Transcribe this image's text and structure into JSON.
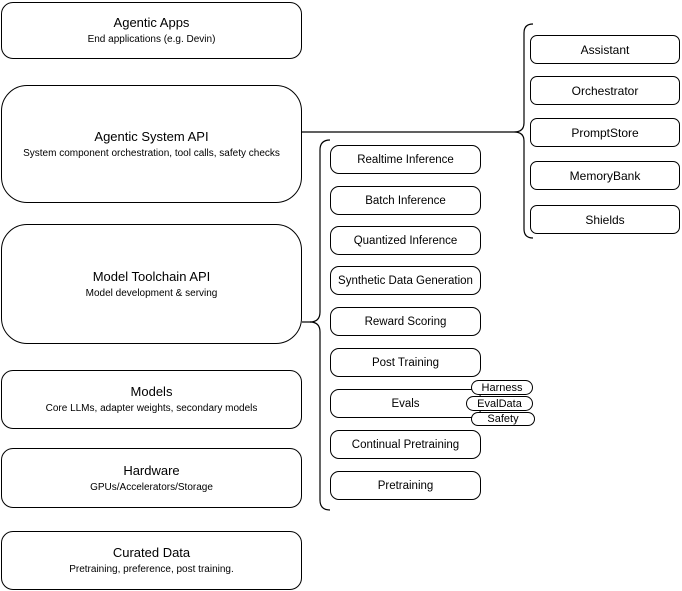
{
  "diagram": {
    "left_column": [
      {
        "title": "Agentic Apps",
        "subtitle": "End applications (e.g. Devin)"
      },
      {
        "title": "Agentic System API",
        "subtitle": "System component orchestration, tool calls, safety checks"
      },
      {
        "title": "Model Toolchain API",
        "subtitle": "Model development & serving"
      },
      {
        "title": "Models",
        "subtitle": "Core LLMs, adapter weights, secondary models"
      },
      {
        "title": "Hardware",
        "subtitle": "GPUs/Accelerators/Storage"
      },
      {
        "title": "Curated Data",
        "subtitle": "Pretraining, preference, post training."
      }
    ],
    "toolchain_items": [
      "Realtime Inference",
      "Batch Inference",
      "Quantized Inference",
      "Synthetic Data Generation",
      "Reward Scoring",
      "Post Training",
      "Evals",
      "Continual Pretraining",
      "Pretraining"
    ],
    "evals_tags": [
      "Harness",
      "EvalData",
      "Safety"
    ],
    "system_components": [
      "Assistant",
      "Orchestrator",
      "PromptStore",
      "MemoryBank",
      "Shields"
    ],
    "colors": {
      "stroke": "#000000",
      "fill": "#ffffff"
    }
  }
}
